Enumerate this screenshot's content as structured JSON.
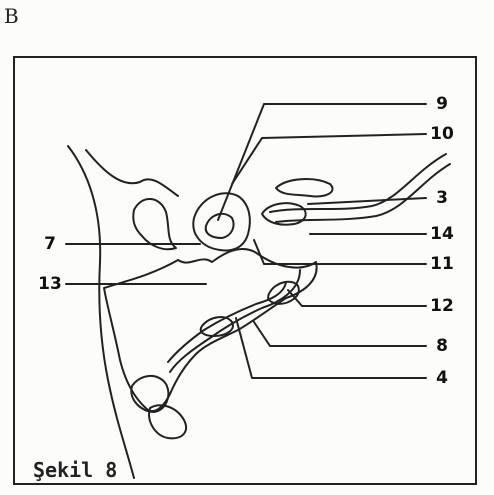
{
  "corner_mark": "B",
  "caption": "Şekil 8",
  "callouts": {
    "c1": "9",
    "c2": "10",
    "c3": "3",
    "c4": "14",
    "c5": "11",
    "c6": "12",
    "c7": "8",
    "c8": "4",
    "c9": "7",
    "c10": "13"
  }
}
